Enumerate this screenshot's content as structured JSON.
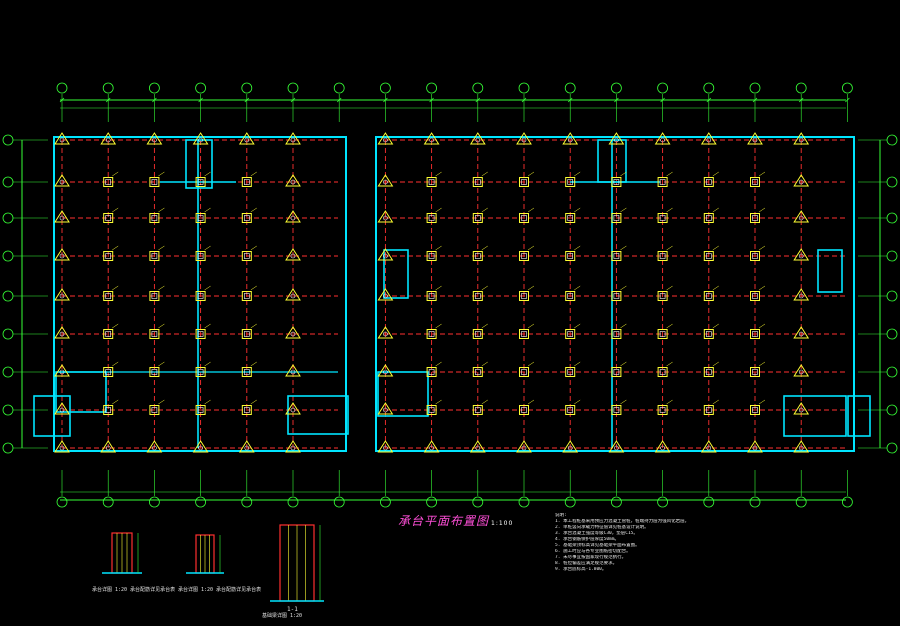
{
  "drawing": {
    "title": "承台平面布置图",
    "title_scale": "1:100",
    "section_label": "1-1",
    "notes": [
      "说明:",
      "1. 本工程桩基采用预应力混凝土管桩，桩端持力层为强风化岩层。",
      "2. 单桩竖向承载力特征值详见桩基设计说明。",
      "3. 承台混凝土强度等级C30，垫层C15。",
      "4. 承台钢筋保护层厚度50mm。",
      "5. 基础梁顶标高详见基础梁平面布置图。",
      "6. 施工时应与各专业图纸密切配合。",
      "7. 未尽事宜按国家现行规范执行。",
      "8. 桩位偏差应满足规范要求。",
      "9. 承台底标高-1.800。"
    ],
    "detail_captions": [
      "承台详图 1:20 承台配筋详见承台表",
      "承台详图 1:20 承台配筋详见承台表",
      "基础梁详图 1:20"
    ]
  },
  "colors": {
    "grid_line": "#ff3030",
    "beam": "#00e5ff",
    "dimension": "#36ff36",
    "pile_cap": "#ffff33",
    "cap_center": "#ffffff",
    "axis_bubble": "#36ff36",
    "title": "#ff4fd8",
    "text": "#e8e8e8"
  }
}
